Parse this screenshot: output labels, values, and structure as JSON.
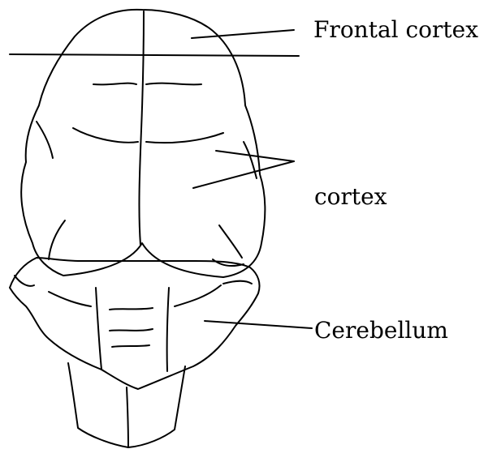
{
  "labels": {
    "frontal_cortex": "Frontal cortex",
    "cortex": "cortex",
    "cerebellum": "Cerebellum"
  },
  "colors": {
    "line": "#000000",
    "background": "#ffffff"
  }
}
